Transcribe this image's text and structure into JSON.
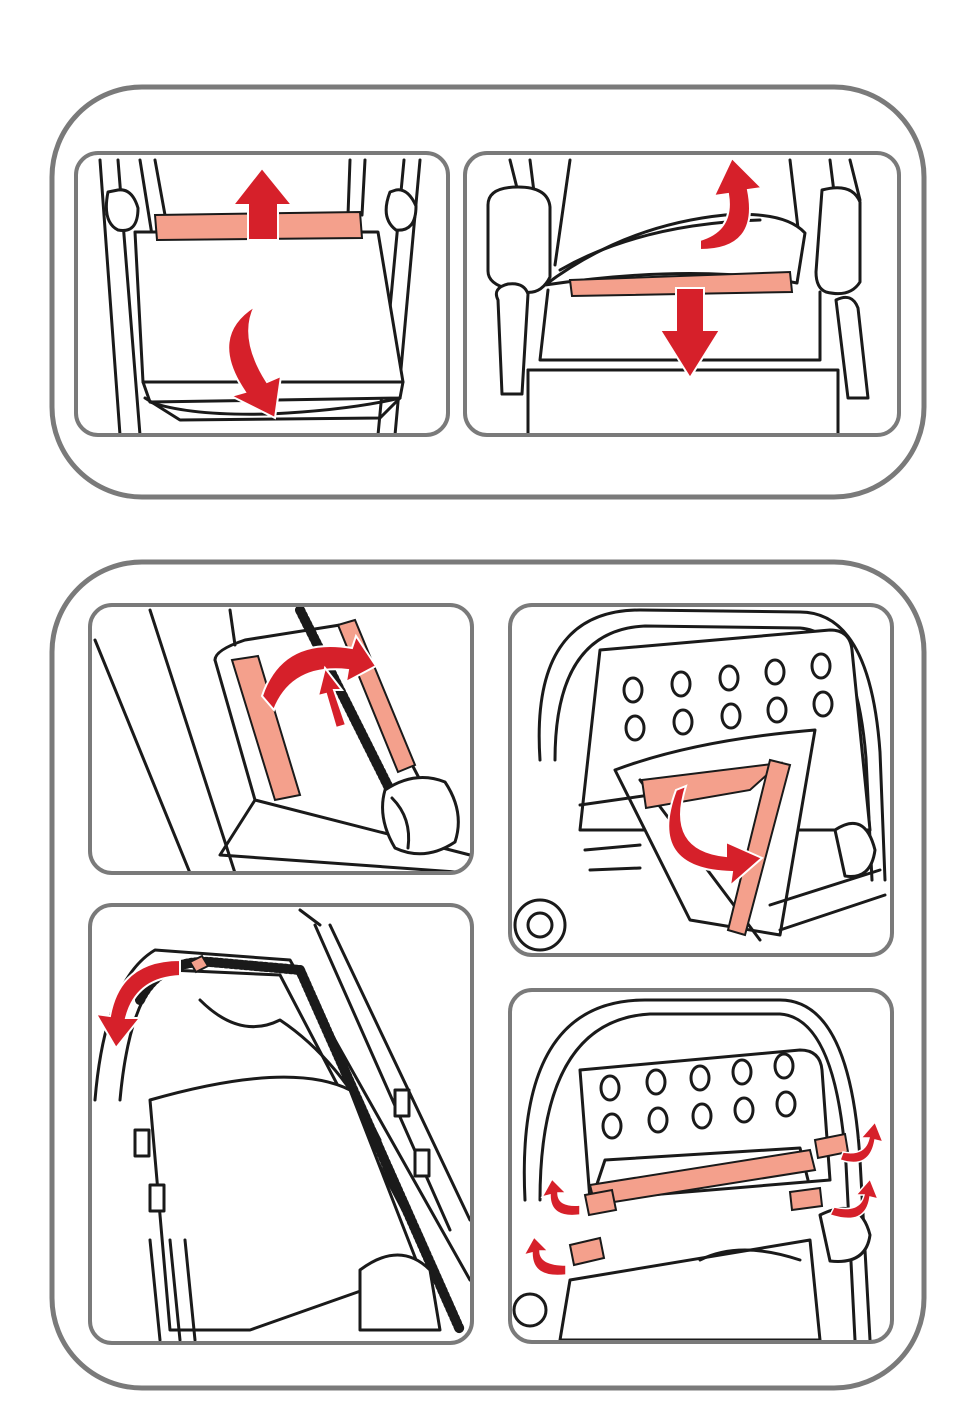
{
  "colors": {
    "outline": "#1a1a1a",
    "frame": "#7a7a7a",
    "highlight_fill": "#f4a08c",
    "arrow_red": "#d6202a",
    "background": "#ffffff"
  },
  "groups": [
    {
      "id": "group-top",
      "panels": [
        "panel-basket-remove",
        "panel-basket-fold"
      ]
    },
    {
      "id": "group-bottom",
      "panels": [
        "panel-velcro-lift",
        "panel-seat-flap",
        "panel-zipper-open",
        "panel-canopy-straps"
      ]
    }
  ],
  "icons": [
    "arrow-up-icon",
    "arrow-down-icon",
    "curved-arrow-icon",
    "zipper-icon",
    "velcro-strip-icon"
  ]
}
